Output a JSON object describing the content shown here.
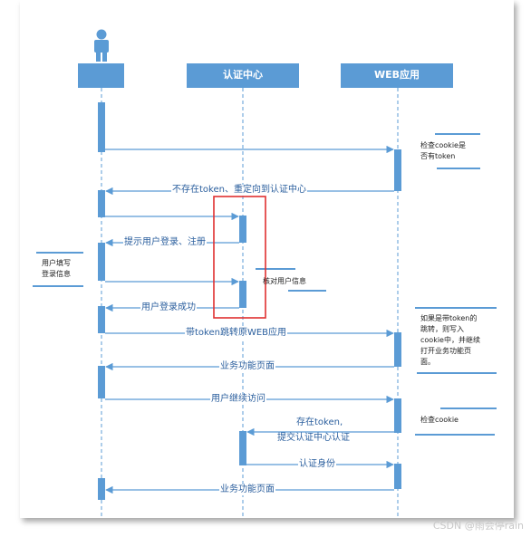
{
  "participants": {
    "auth": "认证中心",
    "web": "WEB应用"
  },
  "messages": {
    "m1": "不存在token、重定向到认证中心",
    "m2": "提示用户登录、注册",
    "m3": "用户登录成功",
    "m4": "带token跳转原WEB应用",
    "m5": "业务功能页面",
    "m6": "用户继续访问",
    "m7a": "存在token,",
    "m7b": "提交认证中心认证",
    "m8": "认证身份",
    "m9": "业务功能页面"
  },
  "notes": {
    "check_cookie": [
      "检查cookie是",
      "否有token"
    ],
    "user_fill": [
      "用户填写",
      "登录信息"
    ],
    "verify_user": "核对用户信息",
    "if_token": [
      "如果是带token的",
      "跳转，则写入",
      "cookie中，并继续",
      "打开业务功能页",
      "面。"
    ],
    "check_cookie2": "检查cookie"
  },
  "watermark": "CSDN @雨会停rain",
  "colors": {
    "box": "#5b9bd5",
    "arrow": "#5b9bd5",
    "highlight": "#e03030"
  }
}
